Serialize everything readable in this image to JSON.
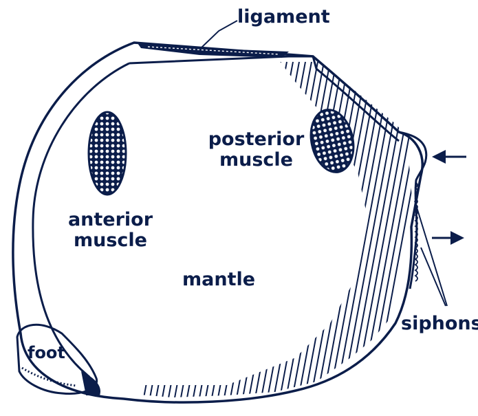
{
  "labels": {
    "ligament": "ligament",
    "posterior_line1": "posterior",
    "posterior_line2": "muscle",
    "anterior_line1": "anterior",
    "anterior_line2": "muscle",
    "mantle": "mantle",
    "siphons": "siphons",
    "foot": "foot"
  },
  "colors": {
    "ink": "#0b1d4a",
    "background": "#ffffff"
  }
}
